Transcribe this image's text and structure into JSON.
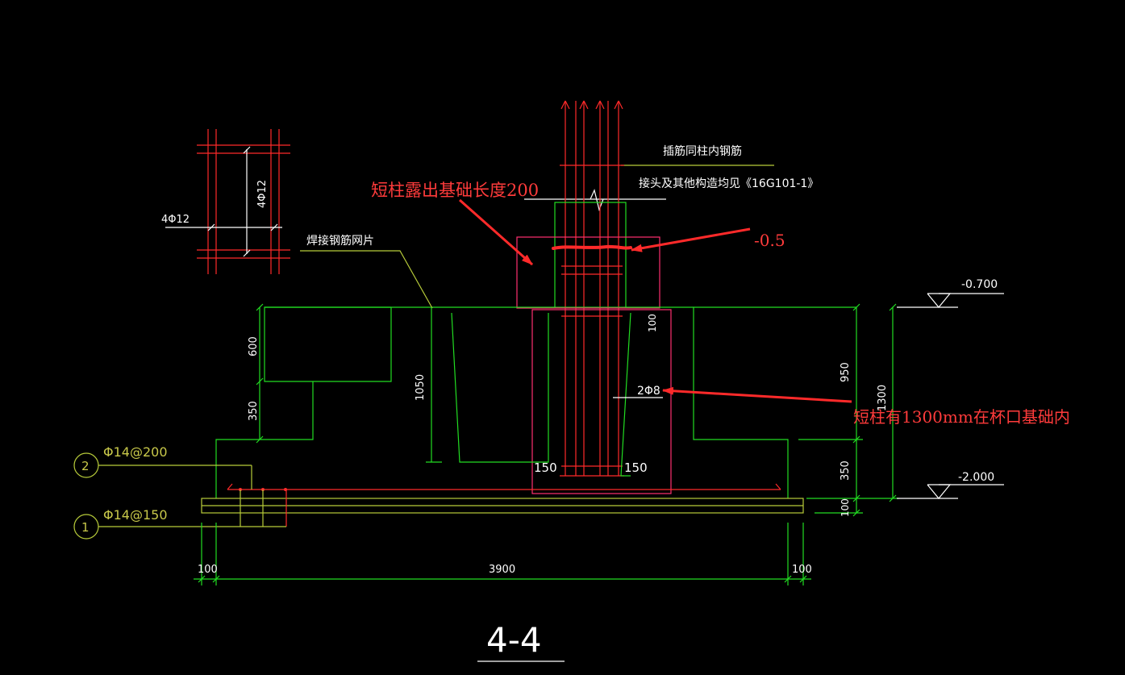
{
  "title": "4-4",
  "colors": {
    "background": "#000000",
    "concrete": "#22dd22",
    "rebar": "#ff2a2a",
    "annotation": "#ff3b3b",
    "text": "#ffffff"
  },
  "labels": {
    "rebar_note_1": "插筋同柱内钢筋",
    "rebar_note_2": "接头及其他构造均见《16G101-1》",
    "weld_mesh": "焊接钢筋网片",
    "section_rebar_h": "4Φ12",
    "section_rebar_v": "4Φ12",
    "stirrup": "2Φ8",
    "bar1_id": "1",
    "bar1_spec": "Φ14@150",
    "bar2_id": "2",
    "bar2_spec": "Φ14@200"
  },
  "elevations": {
    "top": "-0.700",
    "bottom": "-2.000"
  },
  "dimensions": {
    "d600": "600",
    "d350_left": "350",
    "d1050": "1050",
    "d100_cup": "100",
    "d950": "950",
    "d1300": "1300",
    "d350_right": "350",
    "d100_right": "100",
    "d150_left": "150",
    "d150_right": "150",
    "d100_bot_left": "100",
    "d3900": "3900",
    "d100_bot_right": "100"
  },
  "annotations": {
    "short_column_exposed": "短柱露出基础长度200",
    "level_mark": "-0.5",
    "short_column_in_cup": "短柱有1300mm在杯口基础内"
  }
}
